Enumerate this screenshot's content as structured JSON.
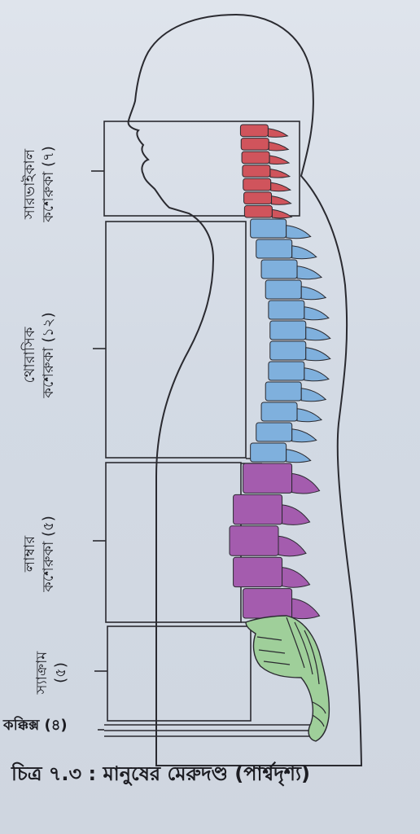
{
  "caption": "চিত্র ৭.৩ : মানুষের মেরুদণ্ড (পার্শ্বদৃশ্য)",
  "labels": {
    "cervical": {
      "line1": "সারভাইকাল",
      "line2": "কশেরুকা (৭)"
    },
    "thoracic": {
      "line1": "থোরাসিক",
      "line2": "কশেরুকা (১২)"
    },
    "lumbar": {
      "line1": "লাম্বার",
      "line2": "কশেরুকা (৫)"
    },
    "sacrum": {
      "line1": "স্যাক্রাম",
      "line2": "(৫)"
    },
    "coccyx": "কক্কিক্স (৪)"
  },
  "colors": {
    "cervical": "#d0545c",
    "thoracic": "#7fb0dd",
    "lumbar": "#a45cae",
    "sacrum": "#9fcf9a",
    "outline": "#2a2a30"
  }
}
